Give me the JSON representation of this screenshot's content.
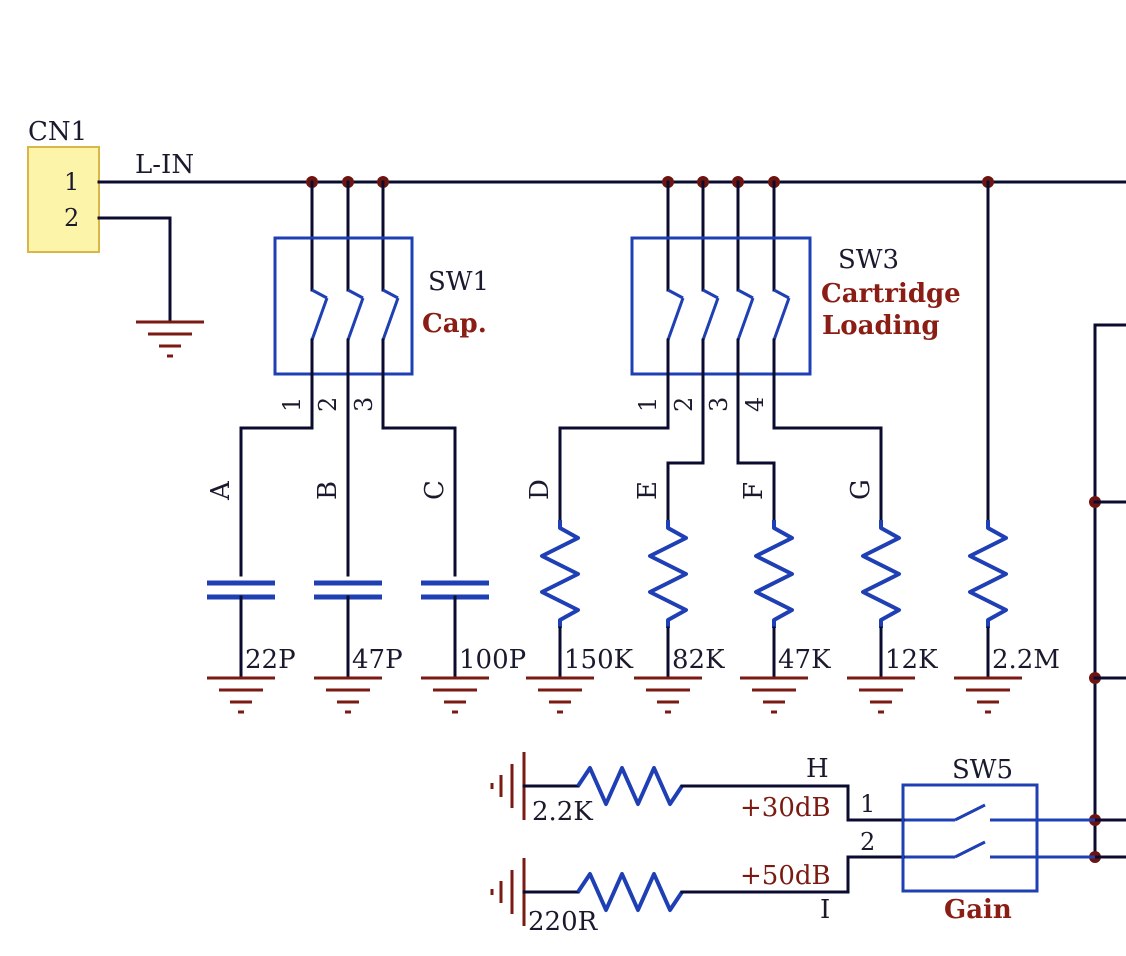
{
  "connector": {
    "ref": "CN1",
    "pin1": "1",
    "pin2": "2",
    "net": "L-IN"
  },
  "sw1": {
    "ref": "SW1",
    "function": "Cap.",
    "pins": [
      "1",
      "2",
      "3"
    ]
  },
  "sw3": {
    "ref": "SW3",
    "function_line1": "Cartridge",
    "function_line2": "Loading",
    "pins": [
      "1",
      "2",
      "3",
      "4"
    ]
  },
  "sw5": {
    "ref": "SW5",
    "function": "Gain",
    "pin1": "1",
    "pin2": "2"
  },
  "branches": [
    {
      "net": "A",
      "value": "22P"
    },
    {
      "net": "B",
      "value": "47P"
    },
    {
      "net": "C",
      "value": "100P"
    },
    {
      "net": "D",
      "value": "150K"
    },
    {
      "net": "E",
      "value": "82K"
    },
    {
      "net": "F",
      "value": "47K"
    },
    {
      "net": "G",
      "value": "12K"
    },
    {
      "net": "",
      "value": "2.2M"
    }
  ],
  "gain": [
    {
      "net": "H",
      "resistor": "2.2K",
      "gain": "+30dB"
    },
    {
      "net": "I",
      "resistor": "220R",
      "gain": "+50dB"
    }
  ],
  "colors": {
    "wire": "#0b0b30",
    "component": "#1f3fb5",
    "ground": "#7a1a12",
    "junction": "#6e1410",
    "connector_fill": "#fcf4a8"
  }
}
